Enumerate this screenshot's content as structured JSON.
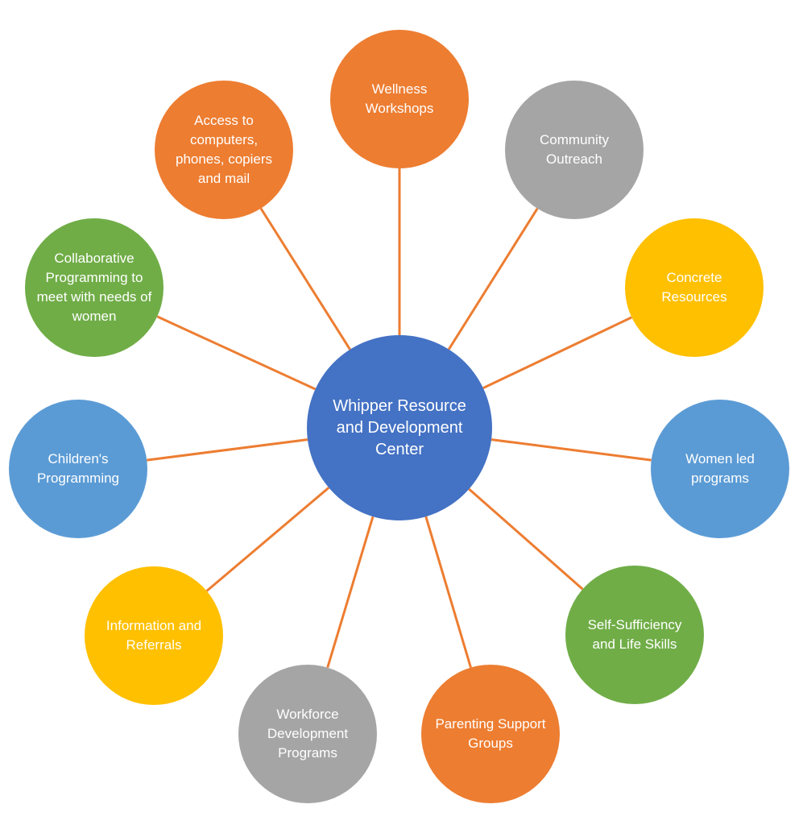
{
  "center": {
    "label": "Whipper Resource and Development Center",
    "color": "#4472C4"
  },
  "connector_color": "#ED7D31",
  "nodes": [
    {
      "id": "wellness-workshops",
      "label": "Wellness Workshops",
      "color": "#ED7D31"
    },
    {
      "id": "community-outreach",
      "label": "Community Outreach",
      "color": "#A5A5A5"
    },
    {
      "id": "concrete-resources",
      "label": "Concrete Resources",
      "color": "#FFC000"
    },
    {
      "id": "women-led-programs",
      "label": "Women led programs",
      "color": "#5B9BD5"
    },
    {
      "id": "self-sufficiency",
      "label": "Self-Sufficiency and Life Skills",
      "color": "#70AD47"
    },
    {
      "id": "parenting-support",
      "label": "Parenting Support Groups",
      "color": "#ED7D31"
    },
    {
      "id": "workforce-development",
      "label": "Workforce Development Programs",
      "color": "#A5A5A5"
    },
    {
      "id": "information-referrals",
      "label": "Information and Referrals",
      "color": "#FFC000"
    },
    {
      "id": "childrens-programming",
      "label": "Children's Programming",
      "color": "#5B9BD5"
    },
    {
      "id": "collaborative-programming",
      "label": "Collaborative Programming to meet with needs of women",
      "color": "#70AD47"
    },
    {
      "id": "access-to-computers",
      "label": "Access to computers, phones, copiers and mail",
      "color": "#ED7D31"
    }
  ]
}
